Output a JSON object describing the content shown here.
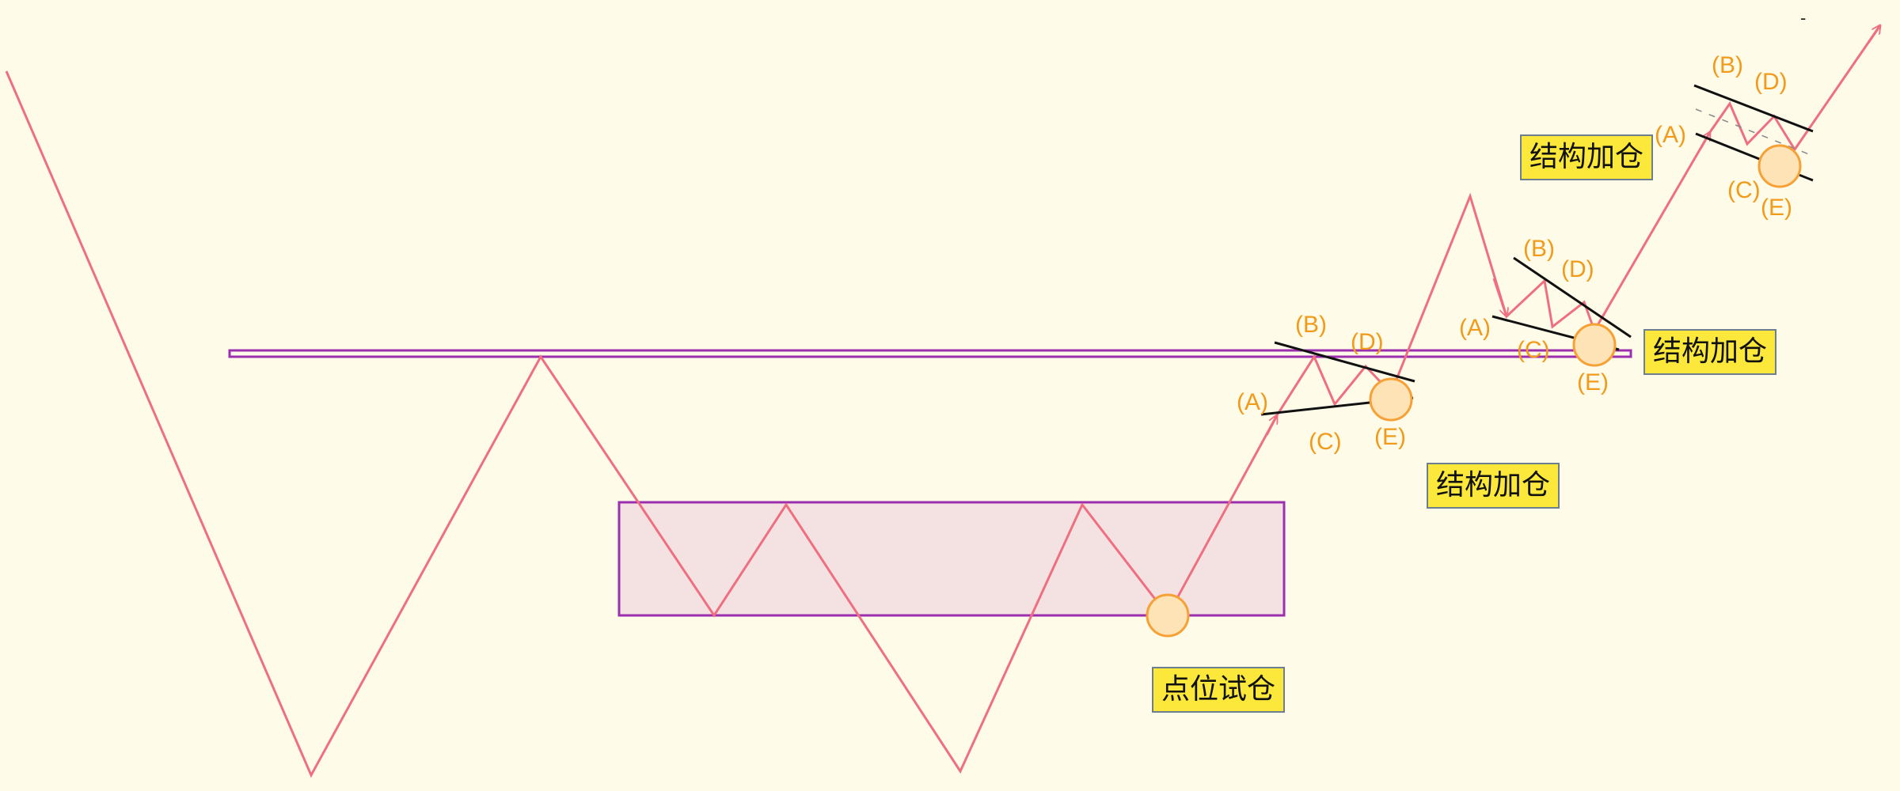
{
  "colors": {
    "background": "#fefbe8",
    "price_line": "#ef6f80",
    "resistance_line": "#9b2fae",
    "range_box_fill": "#f4e2e3",
    "range_box_stroke": "#9b2fae",
    "trendline": "#111111",
    "marker": "#f7a035",
    "marker_fill": "#fde3b6",
    "wave_label": "#f29a1a",
    "callout_fill": "#fbe83a",
    "callout_border": "#6d7f8e"
  },
  "callouts": {
    "entry": "点位试仓",
    "add_1": "结构加仓",
    "add_2": "结构加仓",
    "add_3": "结构加仓"
  },
  "triangles": [
    {
      "labels": {
        "a": "(A)",
        "b": "(B)",
        "c": "(C)",
        "d": "(D)",
        "e": "(E)"
      }
    },
    {
      "labels": {
        "a": "(A)",
        "b": "(B)",
        "c": "(C)",
        "d": "(D)",
        "e": "(E)"
      }
    },
    {
      "labels": {
        "a": "(A)",
        "b": "(B)",
        "c": "(C)",
        "d": "(D)",
        "e": "(E)"
      }
    }
  ],
  "corner_mark": "-"
}
